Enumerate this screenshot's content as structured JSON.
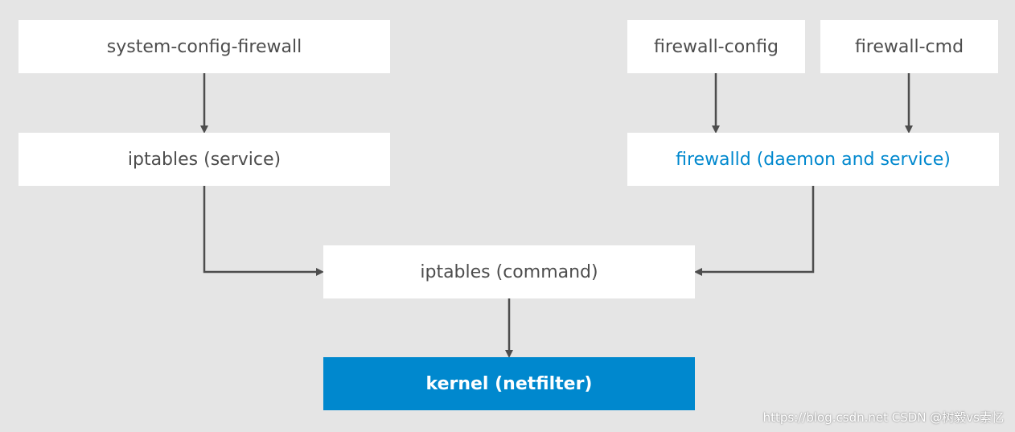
{
  "nodes": {
    "system_config_firewall": "system-config-firewall",
    "iptables_service": "iptables (service)",
    "firewall_config": "firewall-config",
    "firewall_cmd": "firewall-cmd",
    "firewalld": "firewalld (daemon and service)",
    "iptables_command": "iptables (command)",
    "kernel": "kernel (netfilter)"
  },
  "edges": [
    {
      "from": "system-config-firewall",
      "to": "iptables (service)"
    },
    {
      "from": "firewall-config",
      "to": "firewalld (daemon and service)"
    },
    {
      "from": "firewall-cmd",
      "to": "firewalld (daemon and service)"
    },
    {
      "from": "iptables (service)",
      "to": "iptables (command)"
    },
    {
      "from": "firewalld (daemon and service)",
      "to": "iptables (command)"
    },
    {
      "from": "iptables (command)",
      "to": "kernel (netfilter)"
    }
  ],
  "watermark": "https://blog.csdn.net CSDN @树毅vs素忆",
  "colors": {
    "background": "#e5e5e5",
    "node": "#ffffff",
    "text": "#4d4d4d",
    "accent": "#0088ce",
    "arrow": "#4d4d4d"
  }
}
